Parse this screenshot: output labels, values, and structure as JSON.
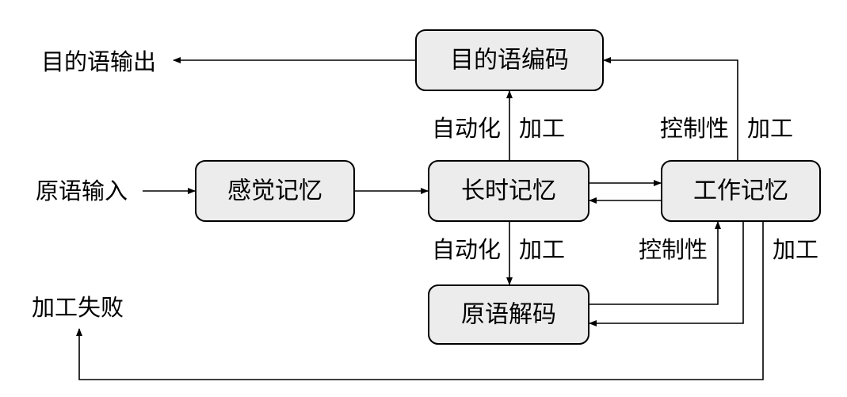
{
  "nodes": {
    "target_encoding": "目的语编码",
    "sensory_memory": "感觉记忆",
    "long_term_memory": "长时记忆",
    "working_memory": "工作记忆",
    "source_decoding": "原语解码"
  },
  "labels": {
    "target_output": "目的语输出",
    "source_input": "原语输入",
    "processing_failure": "加工失败",
    "ltm_to_target_left": "自动化",
    "ltm_to_target_right": "加工",
    "wm_to_target_left": "控制性",
    "wm_to_target_right": "加工",
    "ltm_to_decoding_left": "自动化",
    "ltm_to_decoding_right": "加工",
    "decoding_to_wm": "控制性",
    "wm_to_failure": "加工"
  }
}
